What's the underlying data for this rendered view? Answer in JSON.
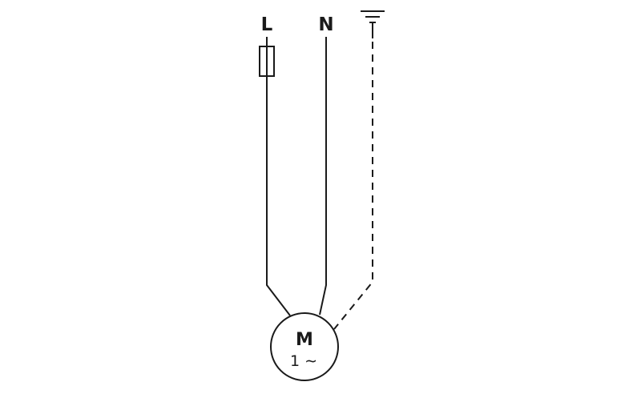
{
  "diagram": {
    "labels": {
      "line": "L",
      "neutral": "N",
      "motor": "M",
      "phase": "1 ∼"
    },
    "colors": {
      "stroke": "#1a1a1a",
      "text": "#1a1a1a",
      "background": "#ffffff"
    }
  }
}
